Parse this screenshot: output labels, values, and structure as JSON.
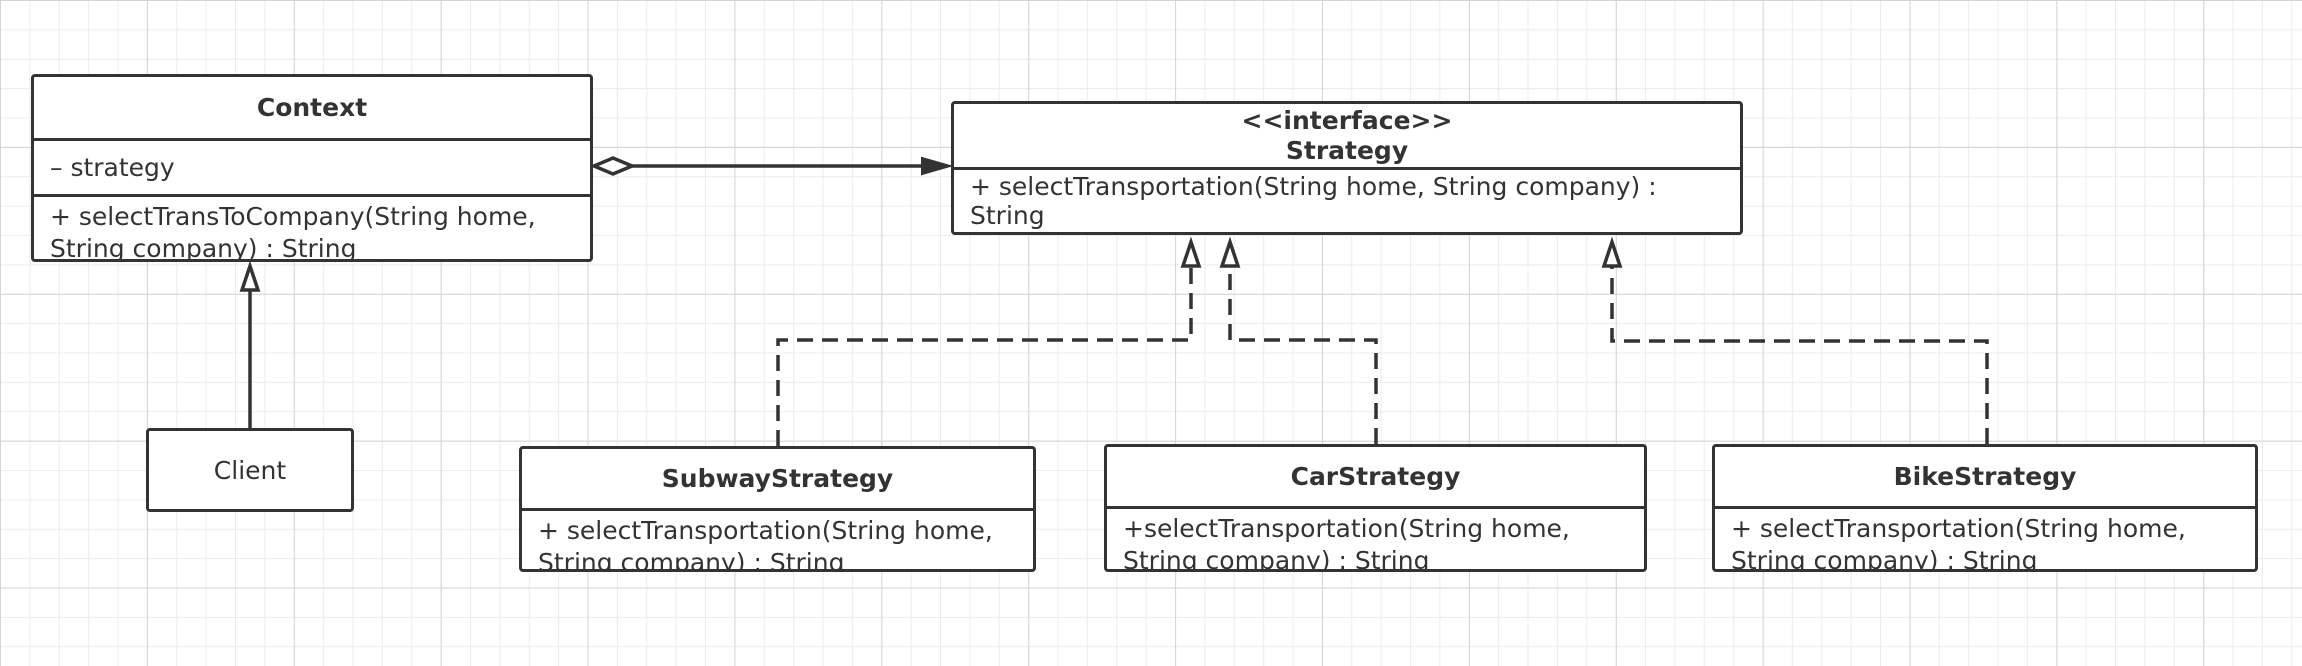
{
  "context": {
    "name": "Context",
    "attribute": "– strategy",
    "method_line1": "+ selectTransToCompany(String home,",
    "method_line2": "String company) : String"
  },
  "strategy": {
    "stereotype": "<<interface>>",
    "name": "Strategy",
    "method": "+ selectTransportation(String home, String company) : String"
  },
  "client": {
    "name": "Client"
  },
  "subway": {
    "name": "SubwayStrategy",
    "method_line1": "+ selectTransportation(String home,",
    "method_line2": "String company) : String"
  },
  "car": {
    "name": "CarStrategy",
    "method_line1": "+selectTransportation(String home,",
    "method_line2": "String company) : String"
  },
  "bike": {
    "name": "BikeStrategy",
    "method_line1": "+ selectTransportation(String home,",
    "method_line2": "String company) : String"
  },
  "colors": {
    "line": "#333333",
    "grid_major": "#d4d4d4",
    "grid_minor": "#ececec",
    "background": "#ffffff"
  }
}
